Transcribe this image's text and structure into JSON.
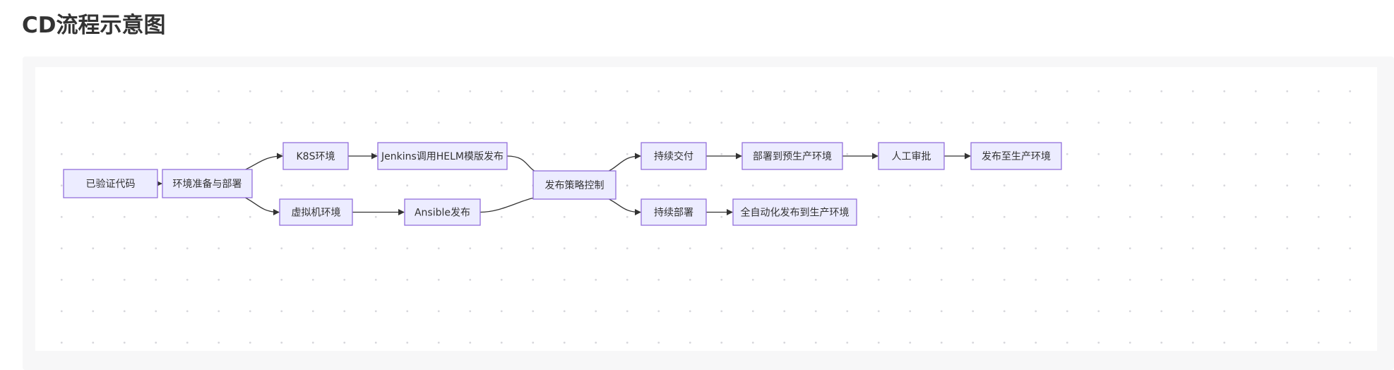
{
  "page": {
    "title": "CD流程示意图"
  },
  "diagram": {
    "type": "flowchart",
    "direction": "left-to-right",
    "nodes": [
      {
        "id": "n1",
        "label": "已验证代码"
      },
      {
        "id": "n2",
        "label": "环境准备与部署"
      },
      {
        "id": "n3",
        "label": "K8S环境"
      },
      {
        "id": "n4",
        "label": "虚拟机环境"
      },
      {
        "id": "n5",
        "label": "Jenkins调用HELM模版发布"
      },
      {
        "id": "n6",
        "label": "Ansible发布"
      },
      {
        "id": "n7",
        "label": "发布策略控制"
      },
      {
        "id": "n8",
        "label": "持续交付"
      },
      {
        "id": "n9",
        "label": "持续部署"
      },
      {
        "id": "n10",
        "label": "部署到预生产环境"
      },
      {
        "id": "n11",
        "label": "全自动化发布到生产环境"
      },
      {
        "id": "n12",
        "label": "人工审批"
      },
      {
        "id": "n13",
        "label": "发布至生产环境"
      }
    ],
    "edges": [
      {
        "from": "n1",
        "to": "n2"
      },
      {
        "from": "n2",
        "to": "n3"
      },
      {
        "from": "n2",
        "to": "n4"
      },
      {
        "from": "n3",
        "to": "n5"
      },
      {
        "from": "n4",
        "to": "n6"
      },
      {
        "from": "n5",
        "to": "n7"
      },
      {
        "from": "n6",
        "to": "n7"
      },
      {
        "from": "n7",
        "to": "n8"
      },
      {
        "from": "n7",
        "to": "n9"
      },
      {
        "from": "n8",
        "to": "n10"
      },
      {
        "from": "n9",
        "to": "n11"
      },
      {
        "from": "n10",
        "to": "n12"
      },
      {
        "from": "n12",
        "to": "n13"
      }
    ],
    "colors": {
      "node_fill": "#ececff",
      "node_stroke": "#9370db",
      "edge": "#333333",
      "text": "#333333"
    }
  }
}
